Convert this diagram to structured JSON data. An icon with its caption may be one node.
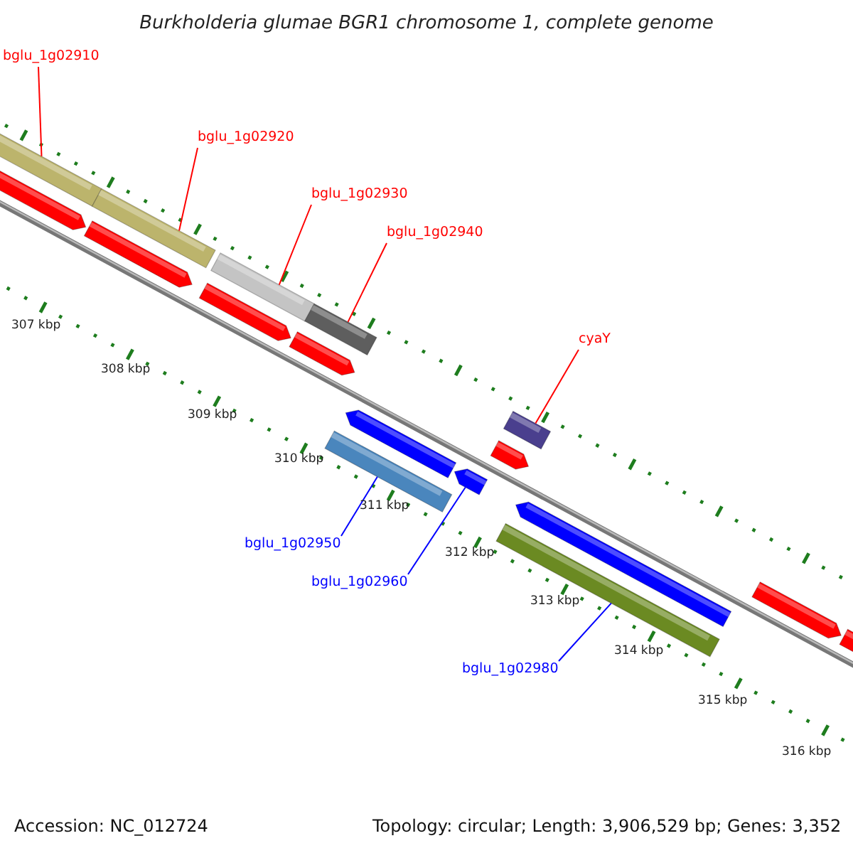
{
  "diagram": {
    "title": "Burkholderia glumae BGR1 chromosome 1, complete genome",
    "nodes": [
      {
        "text": [
          "bglu_1g02910"
        ]
      },
      {
        "text": [],
        "shape": "bar"
      },
      {
        "text": [
          "bglu_1g02920"
        ]
      },
      {
        "text": [],
        "shape": "bar"
      },
      {
        "text": [
          "bglu_1g02930"
        ]
      },
      {
        "text": [],
        "shape": "bar"
      },
      {
        "text": [
          "bglu_1g02940"
        ]
      },
      {
        "text": [],
        "shape": "bar"
      },
      {
        "text": [
          "cyaY"
        ]
      },
      {
        "text": [],
        "shape": "bar"
      },
      {
        "text": [
          "bglu_1g02950"
        ]
      },
      {
        "text": [],
        "shape": "bar"
      },
      {
        "text": [
          "bglu_1g02960"
        ]
      },
      {
        "text": [],
        "shape": "arrow"
      },
      {
        "text": [
          "bglu_1g02980"
        ]
      },
      {
        "text": [],
        "shape": "bar"
      },
      {
        "text": [],
        "shape": "arrow"
      },
      {
        "text": [],
        "shape": "arrow"
      },
      {
        "text": [],
        "shape": "arrow"
      },
      {
        "text": [],
        "shape": "arrow"
      },
      {
        "text": [],
        "shape": "arrow"
      },
      {
        "text": [],
        "shape": "arrow"
      },
      {
        "text": [],
        "shape": "arrow"
      },
      {
        "text": [],
        "shape": "arrow"
      },
      {
        "text": [],
        "shape": "arrow"
      }
    ],
    "edges": [
      {
        "from": 0,
        "to": 1,
        "arrow": "none"
      },
      {
        "from": 2,
        "to": 3,
        "arrow": "none"
      },
      {
        "from": 4,
        "to": 5,
        "arrow": "none"
      },
      {
        "from": 6,
        "to": 7,
        "arrow": "none"
      },
      {
        "from": 8,
        "to": 9,
        "arrow": "none"
      },
      {
        "from": 10,
        "to": 11,
        "arrow": "none",
        "color": "#0000ff"
      },
      {
        "from": 12,
        "to": 13,
        "arrow": "none",
        "color": "#0000ff"
      },
      {
        "from": 14,
        "to": 15,
        "arrow": "none",
        "color": "#0000ff"
      }
    ],
    "labels": [
      "307 kbp",
      "308 kbp",
      "309 kbp",
      "310 kbp",
      "311 kbp",
      "312 kbp",
      "313 kbp",
      "314 kbp",
      "315 kbp",
      "316 kbp",
      "Accession: NC_012724",
      "Topology: circular; Length: 3,906,529 bp; Genes: 3,352"
    ]
  }
}
